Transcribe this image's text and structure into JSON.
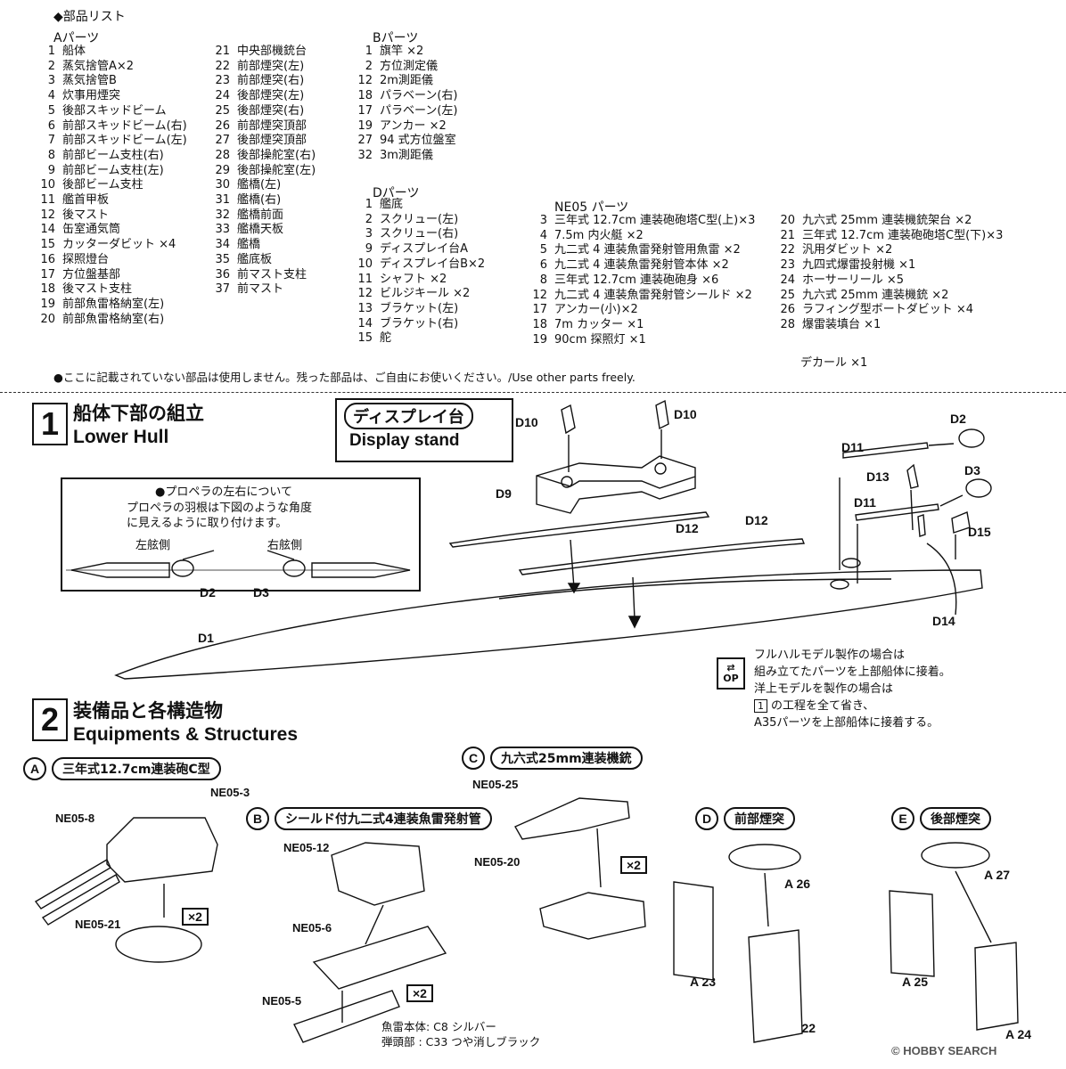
{
  "parts_list": {
    "heading": "◆部品リスト",
    "a_header": "Aパーツ",
    "a_col1": [
      {
        "n": "1",
        "t": "船体"
      },
      {
        "n": "2",
        "t": "蒸気捨管A×2"
      },
      {
        "n": "3",
        "t": "蒸気捨管B"
      },
      {
        "n": "4",
        "t": "炊事用煙突"
      },
      {
        "n": "5",
        "t": "後部スキッドビーム"
      },
      {
        "n": "6",
        "t": "前部スキッドビーム(右)"
      },
      {
        "n": "7",
        "t": "前部スキッドビーム(左)"
      },
      {
        "n": "8",
        "t": "前部ビーム支柱(右)"
      },
      {
        "n": "9",
        "t": "前部ビーム支柱(左)"
      },
      {
        "n": "10",
        "t": "後部ビーム支柱"
      },
      {
        "n": "11",
        "t": "艦首甲板"
      },
      {
        "n": "12",
        "t": "後マスト"
      },
      {
        "n": "14",
        "t": "缶室通気筒"
      },
      {
        "n": "15",
        "t": "カッターダビット ×4"
      },
      {
        "n": "16",
        "t": "探照燈台"
      },
      {
        "n": "17",
        "t": "方位盤基部"
      },
      {
        "n": "18",
        "t": "後マスト支柱"
      },
      {
        "n": "19",
        "t": "前部魚雷格納室(左)"
      },
      {
        "n": "20",
        "t": "前部魚雷格納室(右)"
      }
    ],
    "a_col2": [
      {
        "n": "21",
        "t": "中央部機銃台"
      },
      {
        "n": "22",
        "t": "前部煙突(左)"
      },
      {
        "n": "23",
        "t": "前部煙突(右)"
      },
      {
        "n": "24",
        "t": "後部煙突(左)"
      },
      {
        "n": "25",
        "t": "後部煙突(右)"
      },
      {
        "n": "26",
        "t": "前部煙突頂部"
      },
      {
        "n": "27",
        "t": "後部煙突頂部"
      },
      {
        "n": "28",
        "t": "後部操舵室(右)"
      },
      {
        "n": "29",
        "t": "後部操舵室(左)"
      },
      {
        "n": "30",
        "t": "艦橋(左)"
      },
      {
        "n": "31",
        "t": "艦橋(右)"
      },
      {
        "n": "32",
        "t": "艦橋前面"
      },
      {
        "n": "33",
        "t": "艦橋天板"
      },
      {
        "n": "34",
        "t": "艦橋"
      },
      {
        "n": "35",
        "t": "艦底板"
      },
      {
        "n": "36",
        "t": "前マスト支柱"
      },
      {
        "n": "37",
        "t": "前マスト"
      }
    ],
    "b_header": "Bパーツ",
    "b_list": [
      {
        "n": "1",
        "t": "旗竿 ×2"
      },
      {
        "n": "2",
        "t": "方位測定儀"
      },
      {
        "n": "12",
        "t": "2m測距儀"
      },
      {
        "n": "18",
        "t": "パラベーン(右)"
      },
      {
        "n": "17",
        "t": "パラベーン(左)"
      },
      {
        "n": "19",
        "t": "アンカー ×2"
      },
      {
        "n": "27",
        "t": "94 式方位盤室"
      },
      {
        "n": "32",
        "t": "3m測距儀"
      }
    ],
    "d_header": "Dパーツ",
    "d_list": [
      {
        "n": "1",
        "t": "艦底"
      },
      {
        "n": "2",
        "t": "スクリュー(左)"
      },
      {
        "n": "3",
        "t": "スクリュー(右)"
      },
      {
        "n": "9",
        "t": "ディスプレイ台A"
      },
      {
        "n": "10",
        "t": "ディスプレイ台B×2"
      },
      {
        "n": "11",
        "t": "シャフト ×2"
      },
      {
        "n": "12",
        "t": "ビルジキール ×2"
      },
      {
        "n": "13",
        "t": "ブラケット(左)"
      },
      {
        "n": "14",
        "t": "ブラケット(右)"
      },
      {
        "n": "15",
        "t": "舵"
      }
    ],
    "ne_header": "NE05 パーツ",
    "ne_col1": [
      {
        "n": "3",
        "t": "三年式 12.7cm 連装砲砲塔C型(上)×3"
      },
      {
        "n": "4",
        "t": "7.5m 内火艇 ×2"
      },
      {
        "n": "5",
        "t": "九二式 4 連装魚雷発射管用魚雷 ×2"
      },
      {
        "n": "6",
        "t": "九二式 4 連装魚雷発射管本体 ×2"
      },
      {
        "n": "8",
        "t": "三年式 12.7cm 連装砲砲身 ×6"
      },
      {
        "n": "12",
        "t": "九二式 4 連装魚雷発射管シールド ×2"
      },
      {
        "n": "17",
        "t": "アンカー(小)×2"
      },
      {
        "n": "18",
        "t": "7m カッター ×1"
      },
      {
        "n": "19",
        "t": "90cm 探照灯 ×1"
      }
    ],
    "ne_col2": [
      {
        "n": "20",
        "t": "九六式 25mm 連装機銃架台 ×2"
      },
      {
        "n": "21",
        "t": "三年式 12.7cm 連装砲砲塔C型(下)×3"
      },
      {
        "n": "22",
        "t": "汎用ダビット ×2"
      },
      {
        "n": "23",
        "t": "九四式爆雷投射機 ×1"
      },
      {
        "n": "24",
        "t": "ホーサーリール ×5"
      },
      {
        "n": "25",
        "t": "九六式 25mm 連装機銃 ×2"
      },
      {
        "n": "26",
        "t": "ラフィング型ボートダビット ×4"
      },
      {
        "n": "28",
        "t": "爆雷装填台 ×1"
      }
    ],
    "decal": "デカール ×1",
    "note": "●ここに記載されていない部品は使用しません。残った部品は、ご自由にお使いください。/Use other parts freely."
  },
  "step1": {
    "number": "1",
    "title_jp": "船体下部の組立",
    "title_en": "Lower Hull",
    "display_jp": "ディスプレイ台",
    "display_en": "Display stand",
    "prop_title": "●プロペラの左右について",
    "prop_line1": "プロペラの羽根は下図のような角度",
    "prop_line2": "に見えるように取り付けます。",
    "port": "左舷側",
    "starboard": "右舷側",
    "labels": {
      "d1": "D1",
      "d2": "D2",
      "d3": "D3",
      "d9": "D9",
      "d10a": "D10",
      "d10b": "D10",
      "d11a": "D11",
      "d11b": "D11",
      "d12a": "D12",
      "d12b": "D12",
      "d13": "D13",
      "d14": "D14",
      "d15": "D15",
      "d2b": "D2",
      "d3b": "D3"
    },
    "op_note": [
      "フルハルモデル製作の場合は",
      "組み立てたパーツを上部船体に接着。",
      "洋上モデルを製作の場合は",
      "の工程を全て省き、",
      "A35パーツを上部船体に接着する。"
    ],
    "op_box_num": "1"
  },
  "step2": {
    "number": "2",
    "title_jp": "装備品と各構造物",
    "title_en": "Equipments & Structures",
    "a": {
      "letter": "A",
      "title": "三年式12.7cm連装砲C型",
      "parts": [
        "NE05-8",
        "NE05-3",
        "NE05-21"
      ],
      "mult": "×2"
    },
    "b": {
      "letter": "B",
      "title": "シールド付九二式4連装魚雷発射管",
      "parts": [
        "NE05-12",
        "NE05-6",
        "NE05-5"
      ],
      "mult": "×2",
      "paint1": "魚雷本体: C8 シルバー",
      "paint2": "弾頭部  : C33 つや消しブラック"
    },
    "c": {
      "letter": "C",
      "title": "九六式25mm連装機銃",
      "parts": [
        "NE05-25",
        "NE05-20"
      ],
      "mult": "×2"
    },
    "d": {
      "letter": "D",
      "title": "前部煙突",
      "parts": [
        "A 26",
        "A 23",
        "A 22"
      ]
    },
    "e": {
      "letter": "E",
      "title": "後部煙突",
      "parts": [
        "A 27",
        "A 25",
        "A 24"
      ]
    }
  },
  "watermark": "© HOBBY SEARCH"
}
